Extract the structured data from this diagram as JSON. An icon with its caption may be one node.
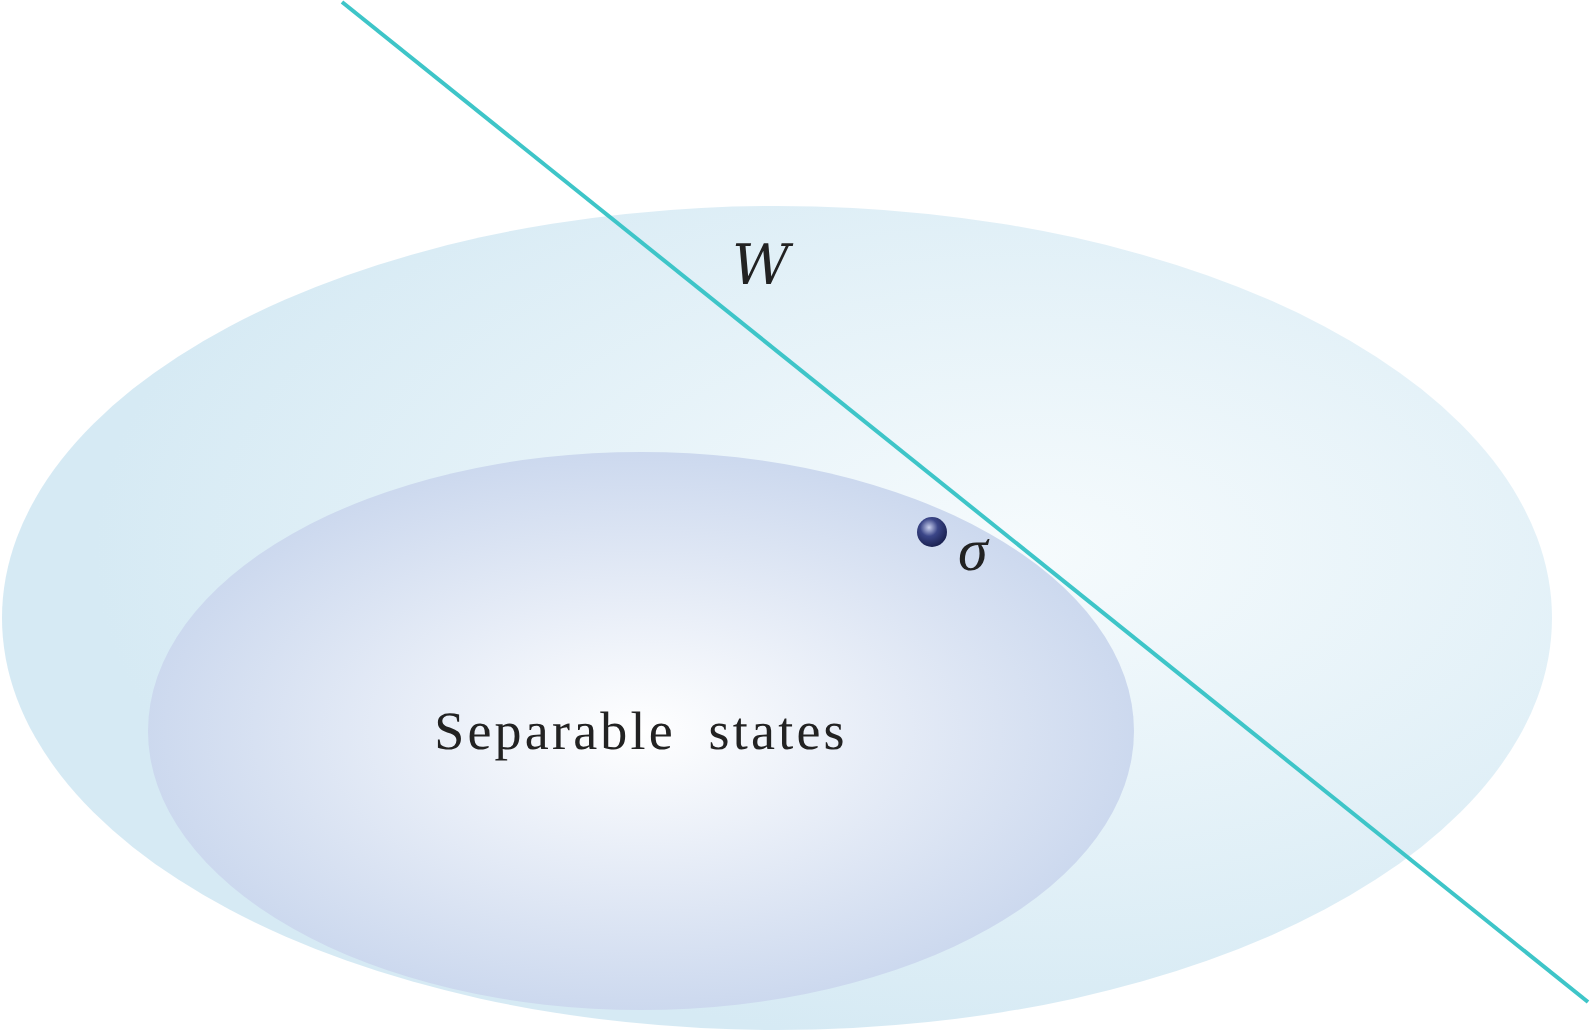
{
  "diagram": {
    "nodes": [
      {
        "text": [],
        "shape": "ellipse"
      },
      {
        "text": [
          "Separable states"
        ],
        "in": 0
      }
    ],
    "edges": [],
    "labels": [
      "W",
      "σ"
    ]
  }
}
